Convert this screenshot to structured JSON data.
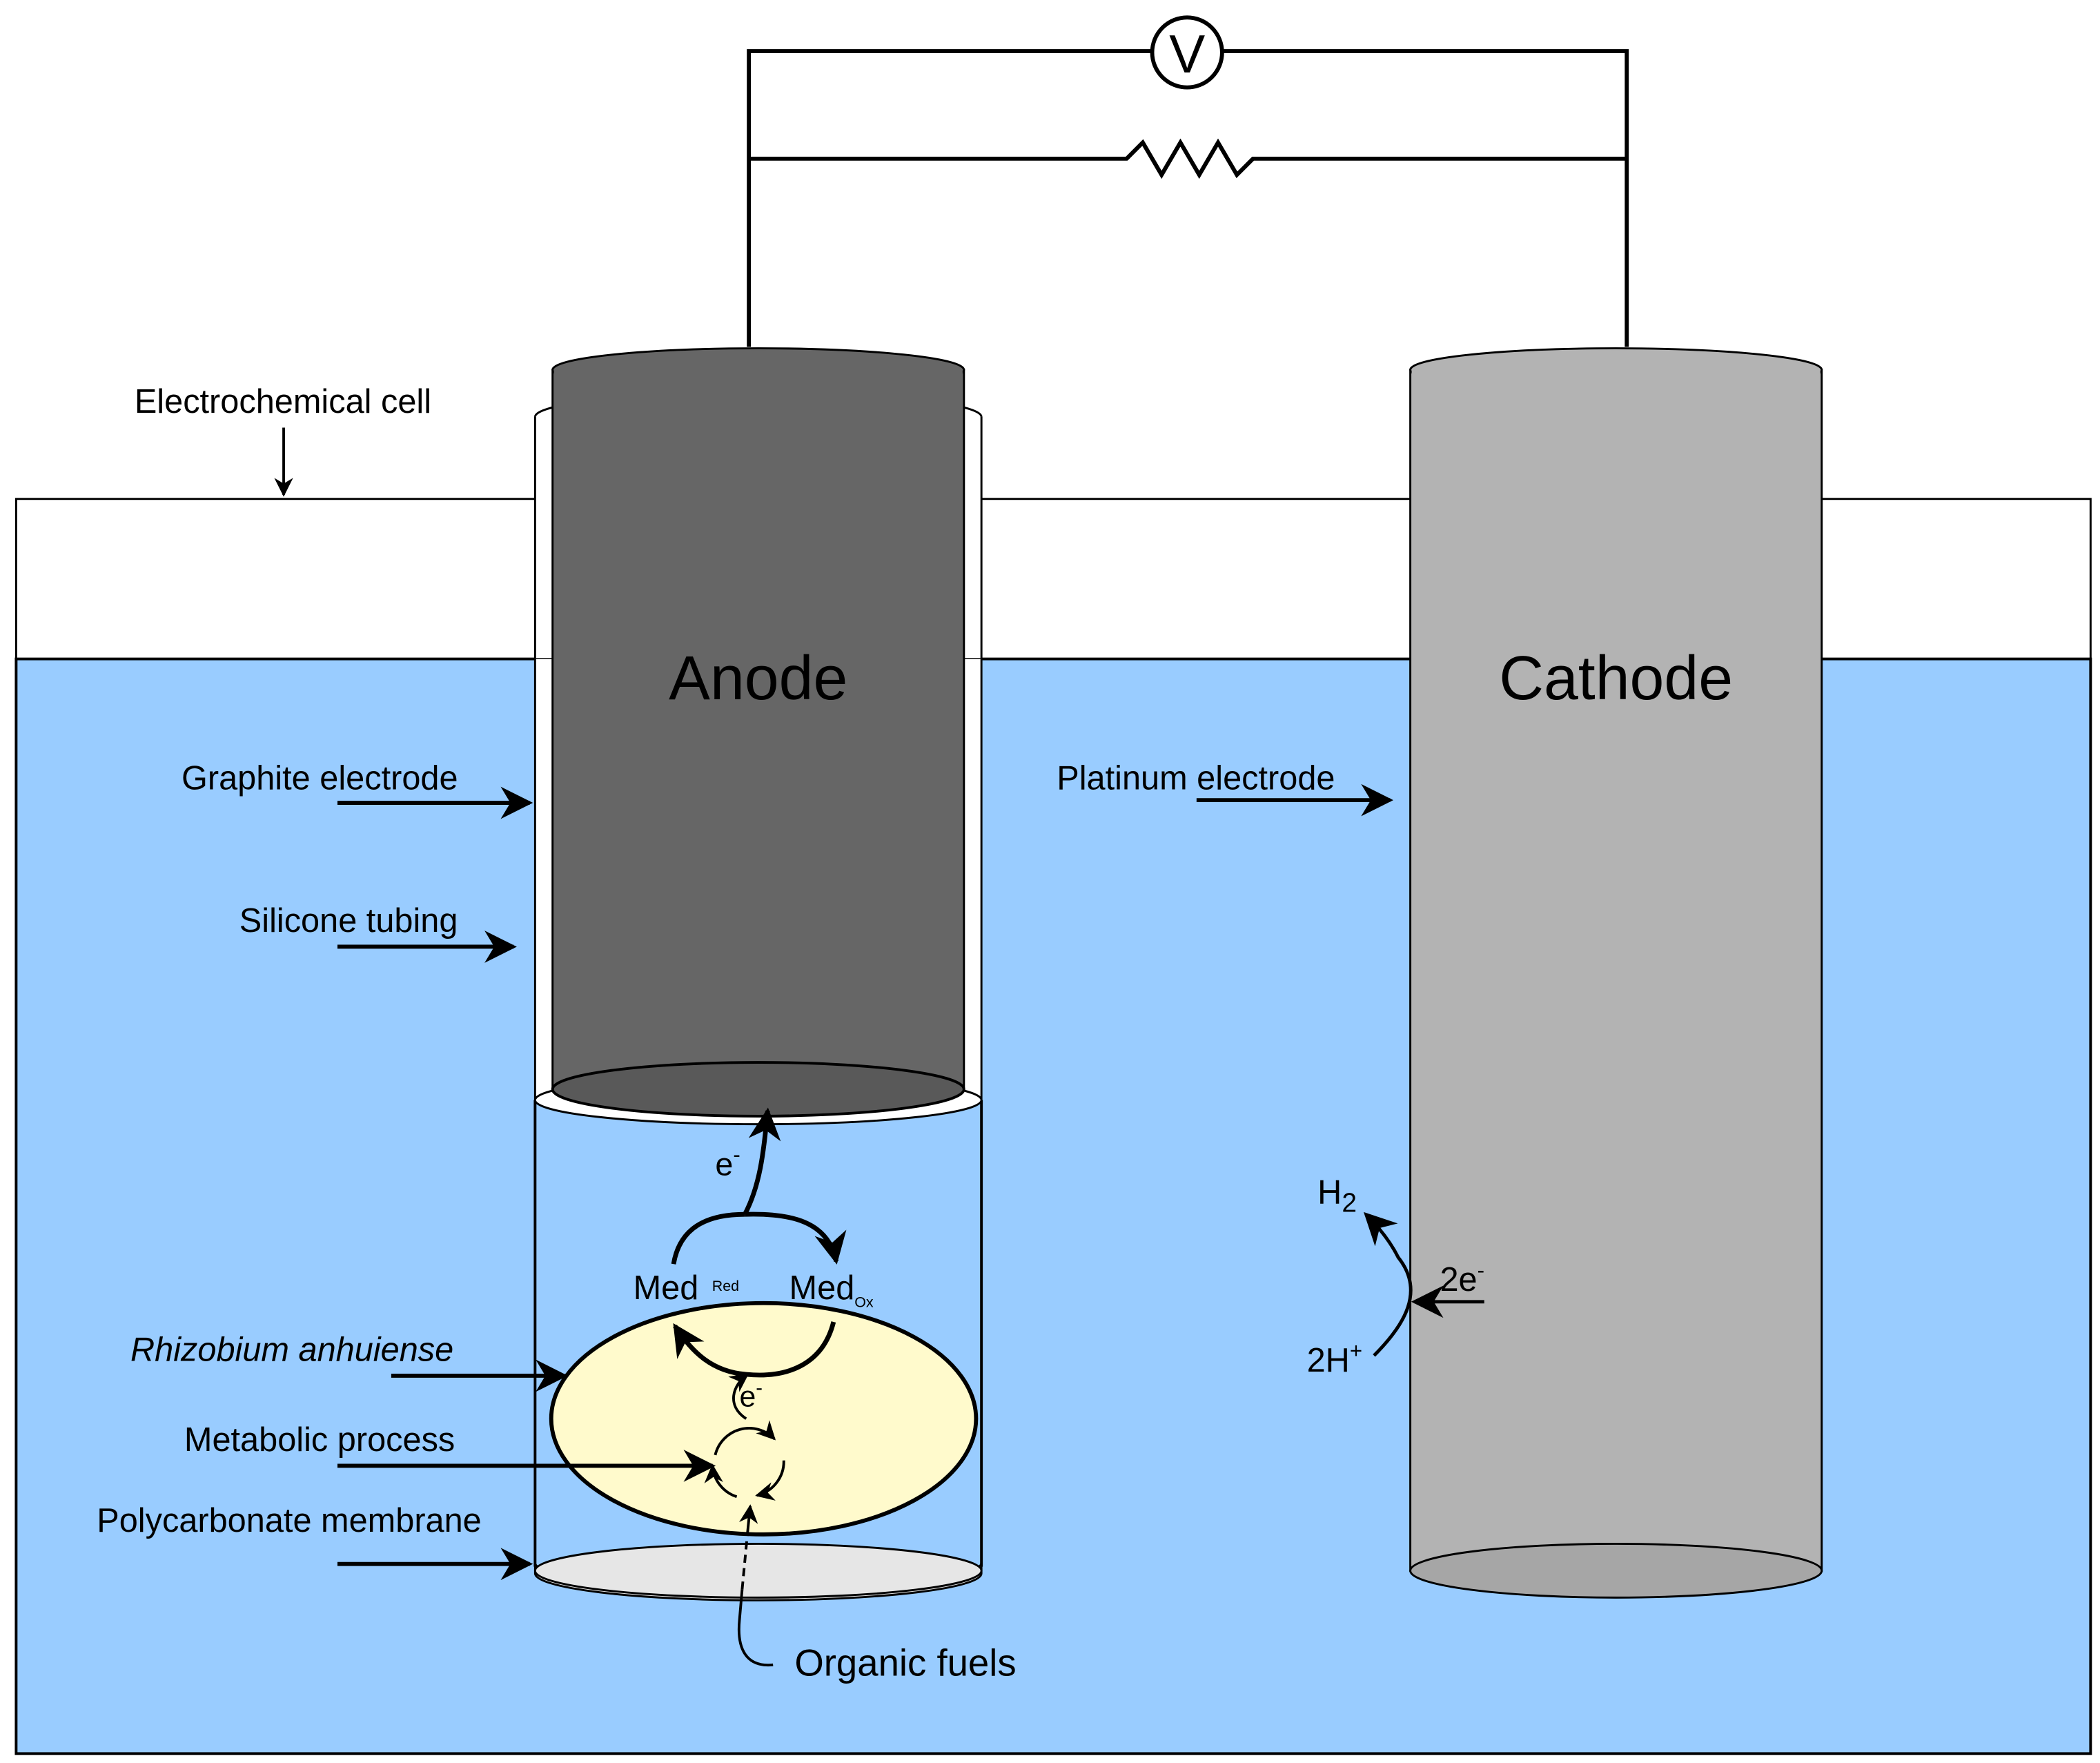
{
  "colors": {
    "solution": "#99ccff",
    "anode": "#666666",
    "anode_bottom": "#595959",
    "cathode": "#b3b3b3",
    "cathode_bottom": "#a6a6a6",
    "bacterium": "#fffacc",
    "membrane": "#e6e6e6",
    "line": "#000000"
  },
  "circuit": {
    "voltmeter_symbol": "V"
  },
  "electrodes": {
    "anode_label": "Anode",
    "cathode_label": "Cathode"
  },
  "labels": {
    "electrochemical_cell": "Electrochemical cell",
    "graphite_electrode": "Graphite electrode",
    "silicone_tubing": "Silicone tubing",
    "platinum_electrode": "Platinum electrode",
    "rhizobium": "Rhizobium anhuiense",
    "metabolic_process": "Metabolic process",
    "polycarbonate_membrane": "Polycarbonate membrane",
    "organic_fuels": "Organic fuels"
  },
  "anode_reaction": {
    "electron": "e",
    "electron_charge": "-",
    "med": "Med",
    "red_sub": "Red",
    "ox_sub": "Ox"
  },
  "cathode_reaction": {
    "h2_base": "H",
    "h2_sub": "2",
    "two_e": "2e",
    "two_e_charge": "-",
    "two_h": "2H",
    "two_h_charge": "+"
  }
}
